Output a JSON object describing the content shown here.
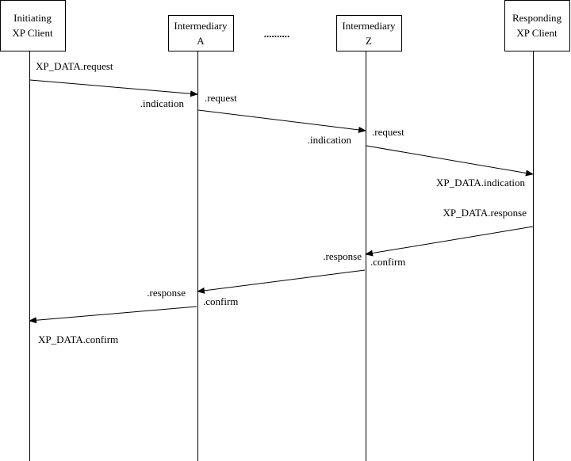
{
  "diagram": {
    "type": "sequence-diagram",
    "participants": [
      {
        "id": "init",
        "lines": [
          "Initiating",
          "XP Client"
        ]
      },
      {
        "id": "intA",
        "lines": [
          "Intermediary",
          "A"
        ]
      },
      {
        "id": "intZ",
        "lines": [
          "Intermediary",
          "Z"
        ]
      },
      {
        "id": "resp",
        "lines": [
          "Responding",
          "XP Client"
        ]
      }
    ],
    "ellipsis": "..........",
    "messages": [
      {
        "from": "init",
        "to": "intA",
        "send_label": "XP_DATA.request",
        "recv_label": ".indication"
      },
      {
        "from": "intA",
        "to": "intZ",
        "send_label": ".request",
        "recv_label": ".indication"
      },
      {
        "from": "intZ",
        "to": "resp",
        "send_label": ".request",
        "recv_label": "XP_DATA.indication"
      },
      {
        "from": "resp",
        "to": "intZ",
        "send_label": "XP_DATA.response",
        "recv_label": ".confirm"
      },
      {
        "from": "intZ",
        "to": "intA",
        "send_label": ".response",
        "recv_label": ".confirm"
      },
      {
        "from": "intA",
        "to": "init",
        "send_label": ".response",
        "recv_label": "XP_DATA.confirm"
      }
    ]
  }
}
